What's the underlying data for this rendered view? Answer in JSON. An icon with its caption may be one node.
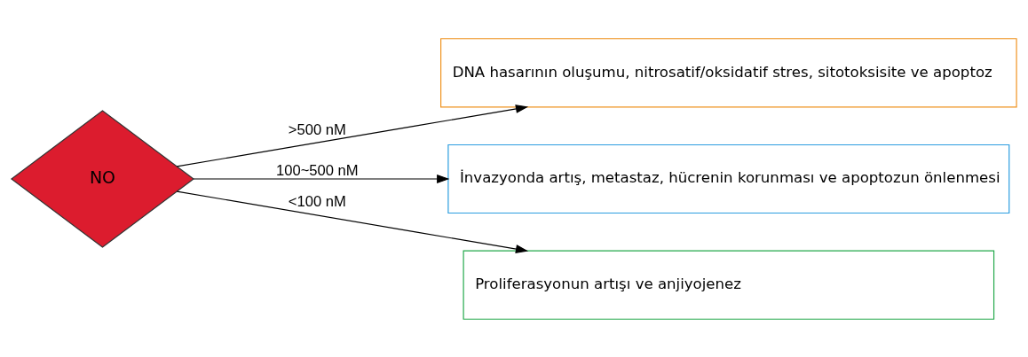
{
  "diagram": {
    "nodes": [
      {
        "text": [
          "NO"
        ]
      },
      {
        "text": [
          "DNA hasarının oluşumu, nitrosatif/oksidatif stres, sitotoksisite ve apoptoz"
        ]
      },
      {
        "text": [
          "İnvazyonda artış, metastaz, hücrenin korunması ve apoptozun önlenmesi"
        ]
      },
      {
        "text": [
          "Proliferasyonun artışı ve anjiyojenez"
        ]
      }
    ],
    "edges": [
      {
        "from": 0,
        "to": 1,
        "arrow": "to",
        "label": ">500 nM"
      },
      {
        "from": 0,
        "to": 2,
        "arrow": "to",
        "label": "100~500 nM"
      },
      {
        "from": 0,
        "to": 3,
        "arrow": "to",
        "label": "<100 nM"
      }
    ]
  }
}
